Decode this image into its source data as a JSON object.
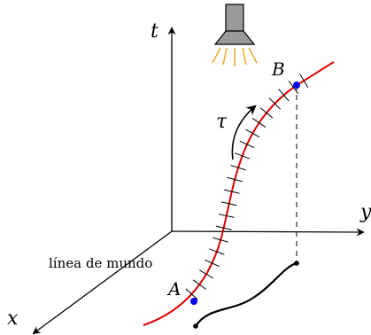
{
  "axes": {
    "t_label": "t",
    "y_label": "y",
    "x_label": "x"
  },
  "labels": {
    "point_a": "A",
    "point_b": "B",
    "proper_time": "τ",
    "worldline": "línea de mundo"
  },
  "colors": {
    "worldline": "#dd0000",
    "event_points": "#0000ee",
    "axes": "#000000",
    "lamp_body": "#999999",
    "lamp_rays": "#f0a020"
  },
  "icons": {
    "lamp": "lamp-icon",
    "rotation_arrow": "curved-arrow-icon"
  }
}
